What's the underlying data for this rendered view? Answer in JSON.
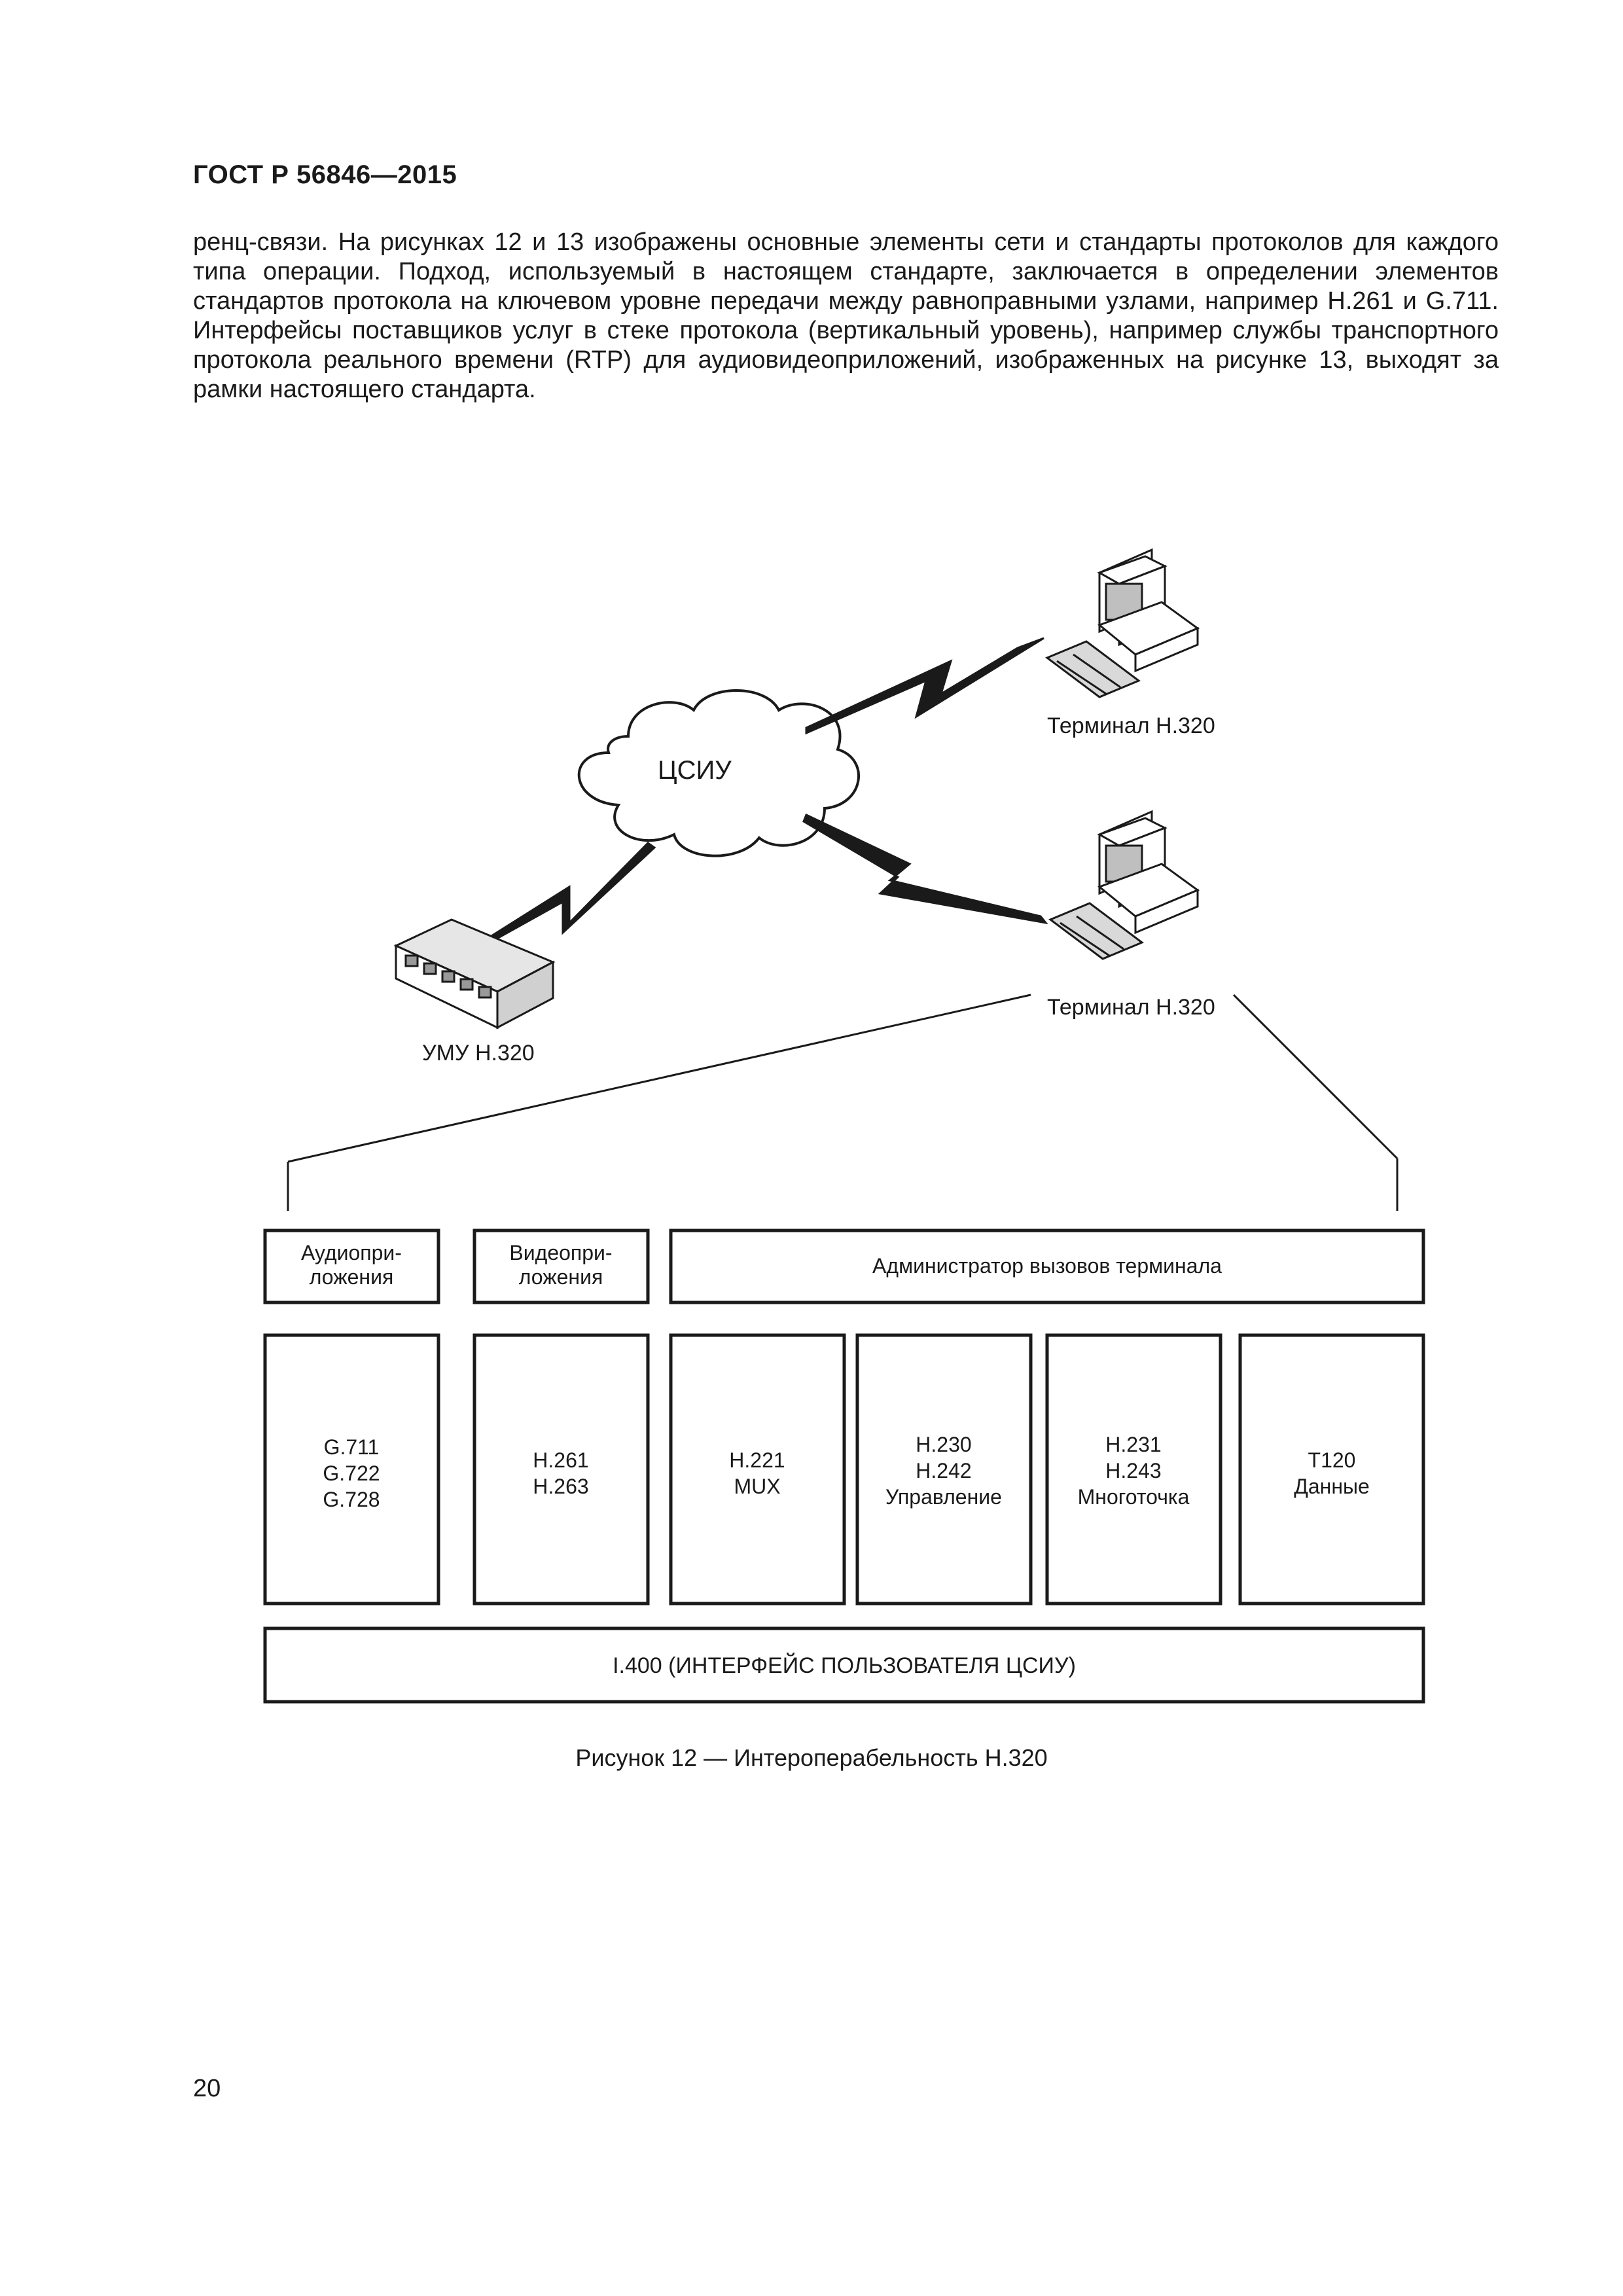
{
  "header": {
    "standard": "ГОСТ Р 56846—2015"
  },
  "intro": {
    "text": "ренц-связи. На рисунках 12 и 13 изображены основные элементы сети и стандарты протоколов для каждого типа операции. Подход, используемый в настоящем стандарте, заключается в определении элементов стандартов протокола на ключевом уровне передачи между равноправными узлами, например H.261 и G.711. Интерфейсы поставщиков услуг в стеке протокола (вертикальный уровень), например службы транспортного протокола реального времени (RTP) для аудиовидеоприложений, изображенных на рисунке 13, выходят за рамки настоящего стандарта."
  },
  "network": {
    "cloud_label": "ЦСИУ",
    "terminal_top_label": "Терминал H.320",
    "terminal_bottom_label": "Терминал H.320",
    "mcu_label": "УМУ H.320"
  },
  "stack": {
    "audio_apps": [
      "Аудиопри-",
      "ложения"
    ],
    "video_apps": [
      "Видеопри-",
      "ложения"
    ],
    "call_manager": "Администратор вызовов терминала",
    "audio_codecs": [
      "G.711",
      "G.722",
      "G.728"
    ],
    "video_codecs": [
      "H.261",
      "H.263"
    ],
    "mux": [
      "H.221",
      "MUX"
    ],
    "control": [
      "H.230",
      "H.242",
      "Управление"
    ],
    "multipoint": [
      "H.231",
      "H.243",
      "Многоточка"
    ],
    "data": [
      "T120",
      "Данные"
    ],
    "interface": "I.400 (ИНТЕРФЕЙС ПОЛЬЗОВАТЕЛЯ ЦСИУ)"
  },
  "caption": "Рисунок 12 — Интероперабельность H.320",
  "page_number": "20"
}
